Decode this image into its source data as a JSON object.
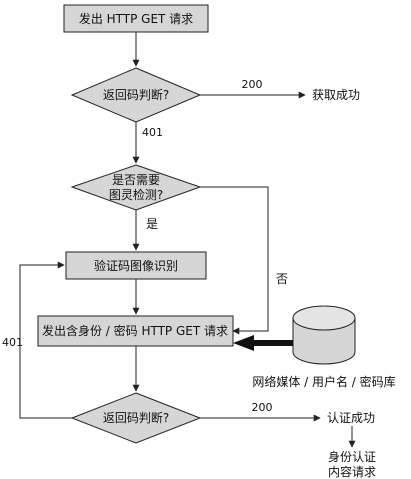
{
  "nodes": {
    "start": "发出 HTTP GET 请求",
    "check_code_1": "返回码判断?",
    "need_turing_line1": "是否需要",
    "need_turing_line2": "图灵检测?",
    "captcha": "验证码图像识别",
    "send_auth": "发出含身份 / 密码 HTTP GET 请求",
    "check_code_2": "返回码判断?",
    "database": "网络媒体 / 用户名 / 密码库"
  },
  "outcomes": {
    "success_1": "获取成功",
    "success_2": "认证成功",
    "next_line1": "身份认证",
    "next_line2": "内容请求"
  },
  "edge_labels": {
    "code_200_top": "200",
    "code_401_top": "401",
    "yes": "是",
    "no": "否",
    "code_401_left": "401",
    "code_200_bottom": "200"
  },
  "colors": {
    "box_fill": "#d6d6d6",
    "stroke": "#222222",
    "text": "#111111"
  }
}
